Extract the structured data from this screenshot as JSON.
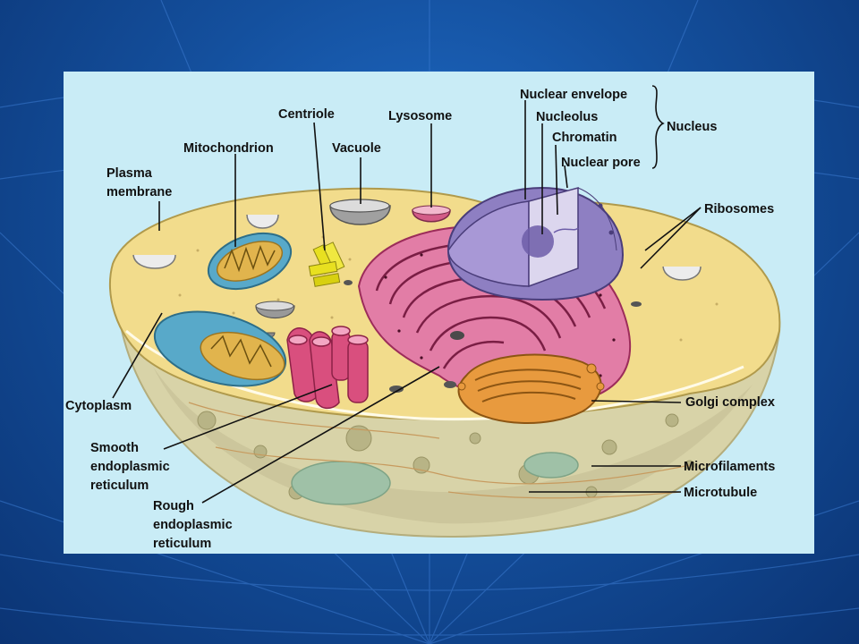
{
  "labels": {
    "centriole": "Centriole",
    "lysosome": "Lysosome",
    "nuclear_envelope": "Nuclear envelope",
    "nucleolus": "Nucleolus",
    "chromatin": "Chromatin",
    "nuclear_pore": "Nuclear pore",
    "nucleus": "Nucleus",
    "mitochondrion": "Mitochondrion",
    "vacuole": "Vacuole",
    "plasma_membrane": [
      "Plasma",
      "membrane"
    ],
    "ribosomes": "Ribosomes",
    "cytoplasm": "Cytoplasm",
    "smooth_er": [
      "Smooth",
      "endoplasmic",
      "reticulum"
    ],
    "rough_er": [
      "Rough",
      "endoplasmic",
      "reticulum"
    ],
    "golgi": "Golgi complex",
    "microfilaments": "Microfilaments",
    "microtubule": "Microtubule"
  },
  "colors": {
    "slide_background": "#14509e",
    "panel_background": "#c9ecf6",
    "cytoplasm": "#f2dc8c",
    "rough_er": "#e27da6",
    "nucleus": "#8e7fc2",
    "mitochondrion": "#58a9c9",
    "golgi": "#e89a3e",
    "centriole": "#e8e020"
  }
}
